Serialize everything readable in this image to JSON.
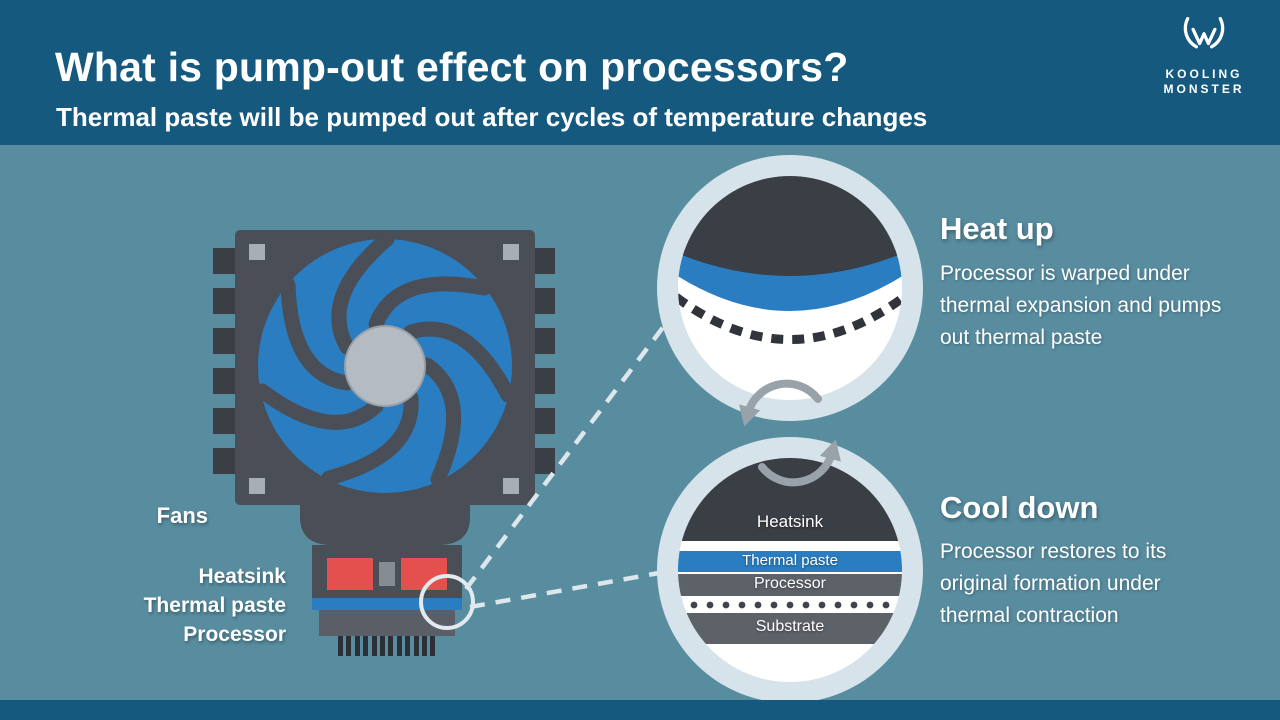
{
  "header": {
    "title": "What is pump-out effect on processors?",
    "subtitle": "Thermal paste will be pumped out after cycles of temperature changes"
  },
  "logo": {
    "line1": "KOOLING",
    "line2": "MONSTER"
  },
  "cooler": {
    "label_fans": "Fans",
    "label_heatsink": "Heatsink",
    "label_thermal_paste": "Thermal paste",
    "label_processor": "Processor"
  },
  "heat_up": {
    "heading": "Heat up",
    "body": "Processor is warped under thermal expansion and pumps out thermal paste"
  },
  "cool_down": {
    "heading": "Cool down",
    "body": "Processor restores to its original formation under thermal contraction"
  },
  "inset": {
    "heatsink": "Heatsink",
    "thermal_paste": "Thermal paste",
    "processor": "Processor",
    "substrate": "Substrate"
  },
  "colors": {
    "header_bg": "#16597f",
    "body_bg": "#588da0",
    "accent_blue": "#2a7dc0",
    "dark_gray": "#4a4e56",
    "red": "#e4504e",
    "ring": "#d6e3ea",
    "arrow_gray": "#99a2a9",
    "text": "#ffffff"
  }
}
